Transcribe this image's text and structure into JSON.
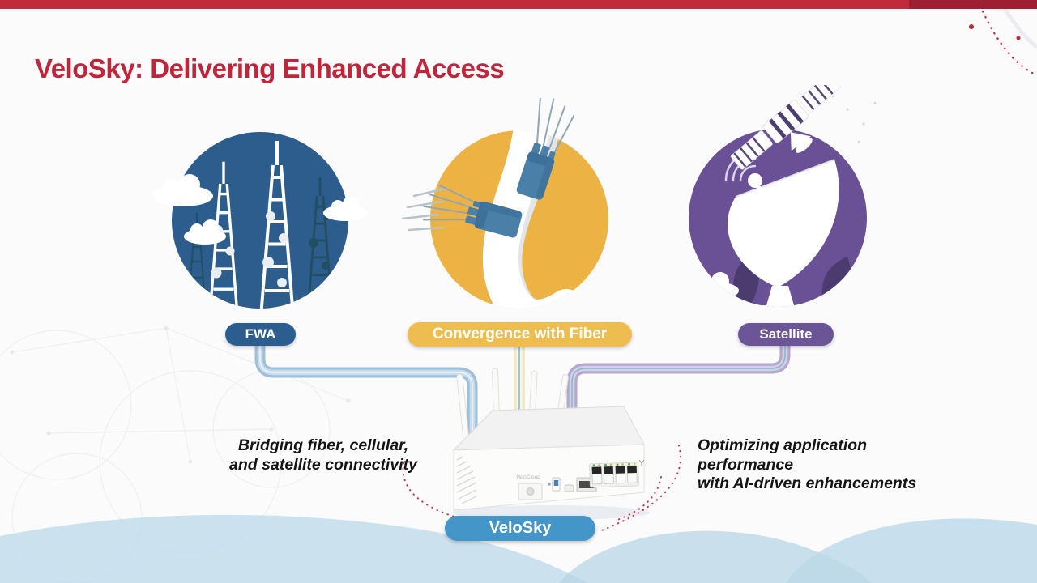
{
  "header": {
    "bar_color": "#c12a3b",
    "bar_accent_color": "#9c2032",
    "title": "VeloSky: Delivering Enhanced Access",
    "title_color": "#c02539"
  },
  "nodes": [
    {
      "id": "fwa",
      "label": "FWA",
      "circle_color": "#2c5d8d",
      "pill_color": "#2b5e8e",
      "icon": "cell-towers-icon",
      "connector_color": "#9fc0da"
    },
    {
      "id": "fiber",
      "label": "Convergence with Fiber",
      "circle_color": "#ecb344",
      "pill_color": "#edbd4f",
      "icon": "fiber-cable-icon",
      "connector_color": "#f1e7cb"
    },
    {
      "id": "satellite",
      "label": "Satellite",
      "circle_color": "#6a5094",
      "pill_color": "#6b5597",
      "icon": "satellite-dish-icon",
      "connector_color": "#b4a7d0"
    }
  ],
  "device": {
    "label": "VeloSky",
    "pill_color": "#4496c9",
    "brand": "VeloCloud",
    "illustration": "wireless-router"
  },
  "captions": {
    "left_line1": "Bridging fiber, cellular,",
    "left_line2": "and satellite connectivity",
    "right_line1": "Optimizing application performance",
    "right_line2": "with AI-driven enhancements"
  },
  "decor": {
    "dotted_arc_color": "#b82c3e",
    "wave_color": "#bcd8e9"
  }
}
